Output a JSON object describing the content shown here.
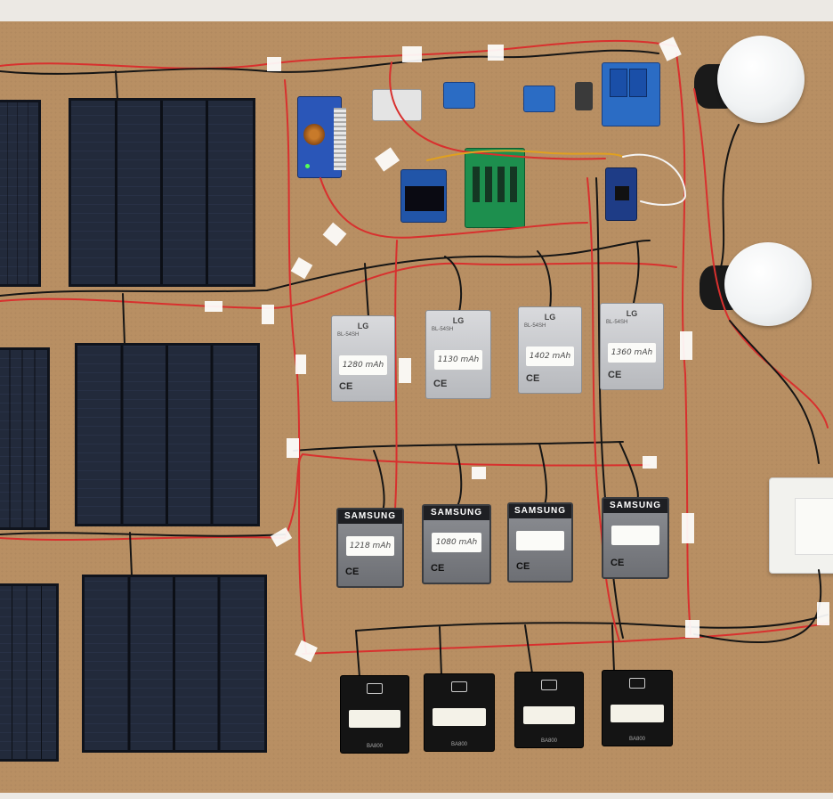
{
  "lg_batteries": [
    {
      "brand": "LG",
      "model": "BL-54SH",
      "label": "1280 mAh"
    },
    {
      "brand": "LG",
      "model": "BL-54SH",
      "label": "1130 mAh"
    },
    {
      "brand": "LG",
      "model": "BL-54SH",
      "label": "1402 mAh"
    },
    {
      "brand": "LG",
      "model": "BL-54SH",
      "label": "1360 mAh"
    }
  ],
  "samsung_batteries": [
    {
      "brand": "SAMSUNG",
      "label": "1218 mAh"
    },
    {
      "brand": "SAMSUNG",
      "label": "1080 mAh"
    },
    {
      "brand": "SAMSUNG",
      "label": ""
    },
    {
      "brand": "SAMSUNG",
      "label": ""
    }
  ],
  "black_batteries": [
    {
      "label": "",
      "model": "BA800"
    },
    {
      "label": "",
      "model": "BA800"
    },
    {
      "label": "",
      "model": "BA800"
    },
    {
      "label": "",
      "model": "BA800"
    }
  ],
  "ce_mark": "CE",
  "colors": {
    "board": "#b88f63",
    "wire_red": "#d8302e",
    "wire_black": "#151515",
    "relay_blue": "#2b6cc4",
    "pcb_green": "#1d8f4e"
  }
}
